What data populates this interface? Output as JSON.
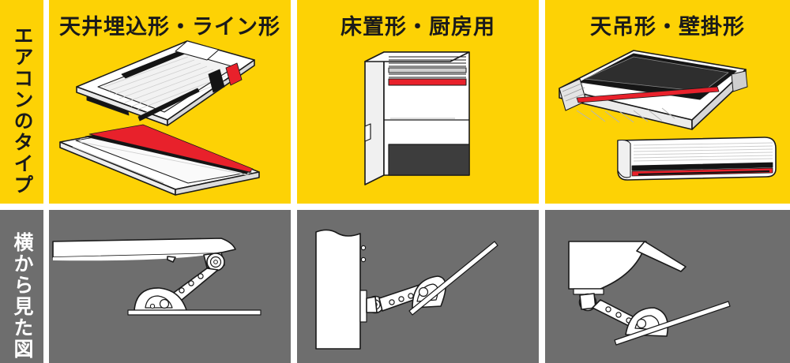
{
  "colors": {
    "yellow": "#fdd205",
    "gray": "#6e6e6e",
    "white": "#ffffff",
    "black": "#1a1a1a",
    "red": "#e8212b",
    "dark_panel": "#3d3d3d"
  },
  "sidebar": {
    "rows": [
      {
        "label": "エアコンのタイプ",
        "background": "#fdd205",
        "text_color": "#1a1a1a"
      },
      {
        "label": "横から見た図",
        "background": "#6e6e6e",
        "text_color": "#ffffff"
      }
    ]
  },
  "columns": [
    {
      "title": "天井埋込形・ライン形",
      "top_art": "ceiling-cassette-and-line-type-units",
      "bottom_art": "ceiling-panel-side-view-with-bracket-arm"
    },
    {
      "title": "床置形・厨房用",
      "top_art": "floor-standing-kitchen-unit",
      "bottom_art": "floor-unit-side-view-with-bracket-arm"
    },
    {
      "title": "天吊形・壁掛形",
      "top_art": "ceiling-suspended-and-wall-mounted-units",
      "bottom_art": "suspended-unit-side-view-with-bracket-arm"
    }
  ]
}
